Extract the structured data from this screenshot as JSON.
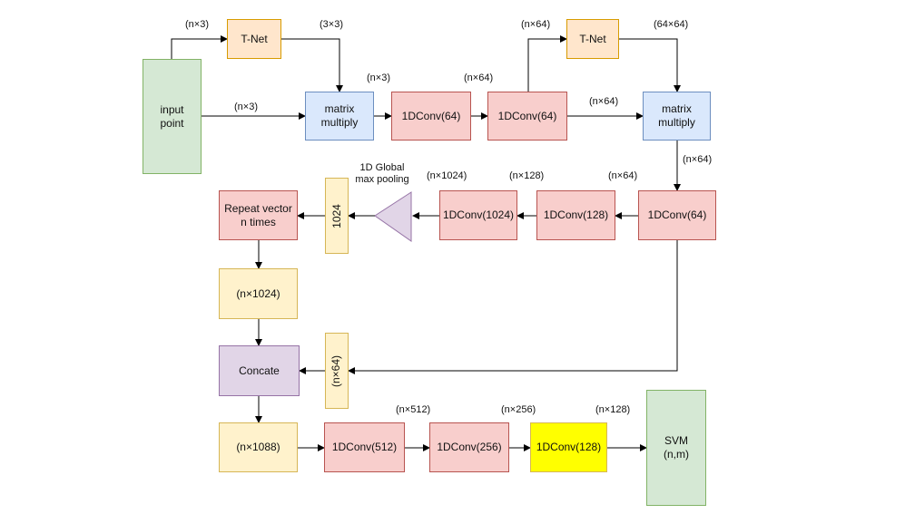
{
  "nodes": {
    "input_point": "input\npoint",
    "tnet1": "T-Net",
    "mm1": "matrix\nmultiply",
    "conv64a": "1DConv(64)",
    "conv64b": "1DConv(64)",
    "tnet2": "T-Net",
    "mm2": "matrix\nmultiply",
    "conv64c": "1DConv(64)",
    "conv128": "1DConv(128)",
    "conv1024": "1DConv(1024)",
    "pool_label": "1D Global\nmax pooling",
    "vec1024": "1024",
    "repeat": "Repeat vector\nn times",
    "n1024": "(n×1024)",
    "concate": "Concate",
    "n64v": "(n×64)",
    "n1088": "(n×1088)",
    "conv512": "1DConv(512)",
    "conv256": "1DConv(256)",
    "conv128b": "1DConv(128)",
    "svm": "SVM\n(n,m)"
  },
  "labels": {
    "l_n3_top": "(n×3)",
    "l_3x3": "(3×3)",
    "l_n3_left": "(n×3)",
    "l_n3_mm": "(n×3)",
    "l_n64_a": "(n×64)",
    "l_n64_b": "(n×64)",
    "l_64x64": "(64×64)",
    "l_n64_c": "(n×64)",
    "l_n64_d": "(n×64)",
    "l_n64_e": "(n×64)",
    "l_n128": "(n×128)",
    "l_n1024": "(n×1024)",
    "l_n512": "(n×512)",
    "l_n256": "(n×256)",
    "l_n128b": "(n×128)"
  },
  "colors": {
    "green": "#d5e8d4",
    "orange": "#ffe6cc",
    "blue": "#dae8fc",
    "red": "#f8cecc",
    "light_yellow": "#fff2cc",
    "purple": "#e1d5e7",
    "yellow": "#ffff00",
    "pool_fill": "#e1d5e7",
    "pool_stroke": "#9673a6",
    "line": "#000000"
  }
}
